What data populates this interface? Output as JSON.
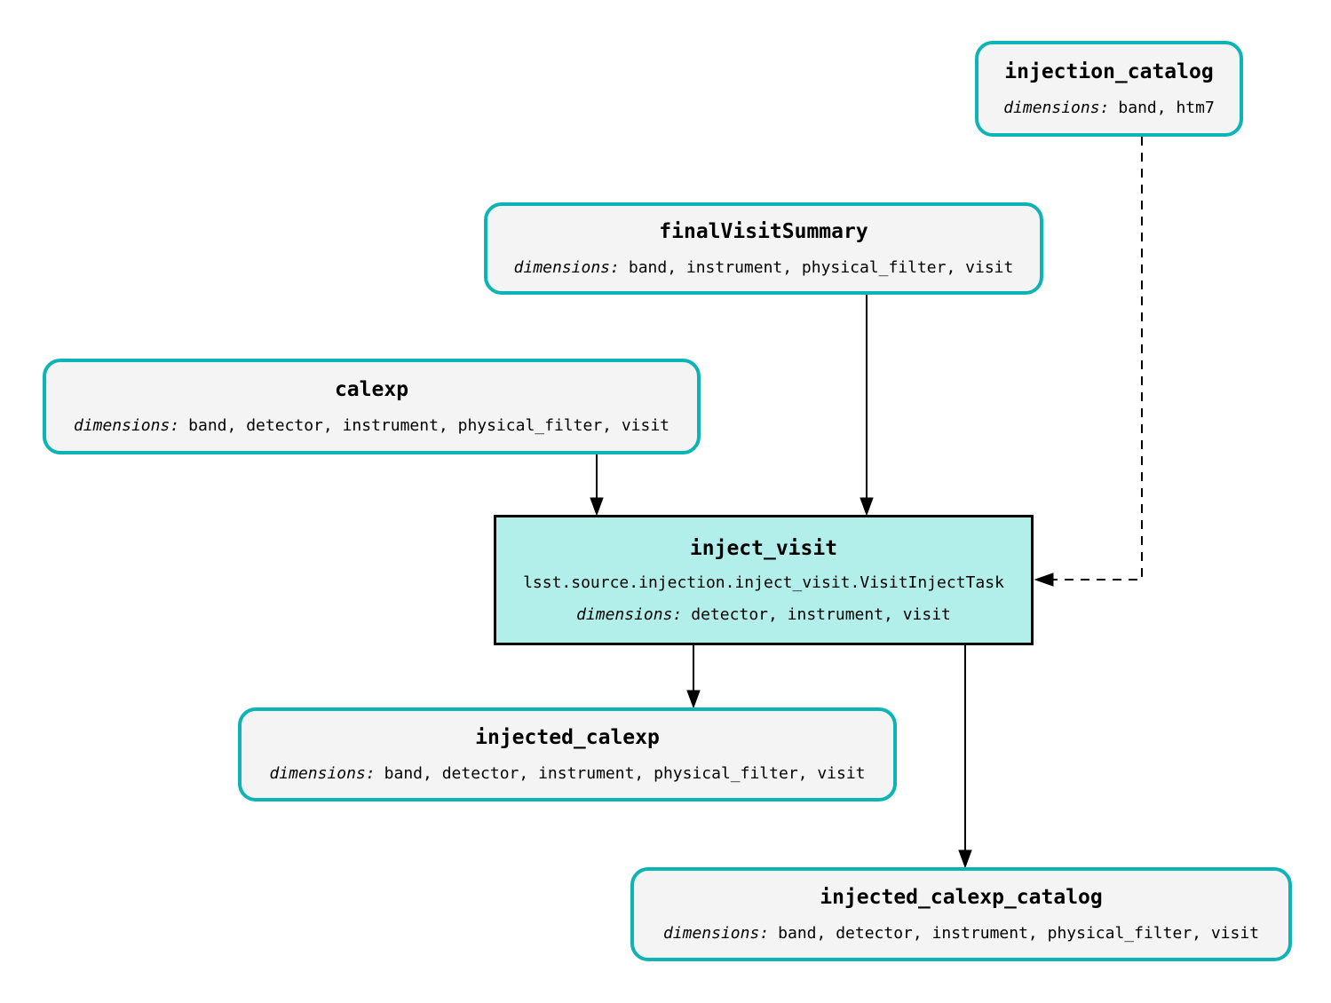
{
  "diagram": {
    "kind": "pipeline-task-graph",
    "colors": {
      "dataset_border": "#0db4b6",
      "dataset_fill": "#f4f4f4",
      "task_border": "#000000",
      "task_fill": "#b2efeb",
      "edge_color": "#000000",
      "text_color": "#000000",
      "background": "#ffffff"
    },
    "nodes": [
      {
        "id": "injection_catalog",
        "type": "dataset",
        "title": "injection_catalog",
        "dimensions_label": "dimensions:",
        "dimensions": "band, htm7"
      },
      {
        "id": "finalVisitSummary",
        "type": "dataset",
        "title": "finalVisitSummary",
        "dimensions_label": "dimensions:",
        "dimensions": "band, instrument, physical_filter, visit"
      },
      {
        "id": "calexp",
        "type": "dataset",
        "title": "calexp",
        "dimensions_label": "dimensions:",
        "dimensions": "band, detector, instrument, physical_filter, visit"
      },
      {
        "id": "inject_visit",
        "type": "task",
        "title": "inject_visit",
        "task_class": "lsst.source.injection.inject_visit.VisitInjectTask",
        "dimensions_label": "dimensions:",
        "dimensions": "detector, instrument, visit"
      },
      {
        "id": "injected_calexp",
        "type": "dataset",
        "title": "injected_calexp",
        "dimensions_label": "dimensions:",
        "dimensions": "band, detector, instrument, physical_filter, visit"
      },
      {
        "id": "injected_calexp_catalog",
        "type": "dataset",
        "title": "injected_calexp_catalog",
        "dimensions_label": "dimensions:",
        "dimensions": "band, detector, instrument, physical_filter, visit"
      }
    ],
    "edges": [
      {
        "from": "calexp",
        "to": "inject_visit",
        "style": "solid"
      },
      {
        "from": "finalVisitSummary",
        "to": "inject_visit",
        "style": "solid"
      },
      {
        "from": "injection_catalog",
        "to": "inject_visit",
        "style": "dashed"
      },
      {
        "from": "inject_visit",
        "to": "injected_calexp",
        "style": "solid"
      },
      {
        "from": "inject_visit",
        "to": "injected_calexp_catalog",
        "style": "solid"
      }
    ]
  }
}
